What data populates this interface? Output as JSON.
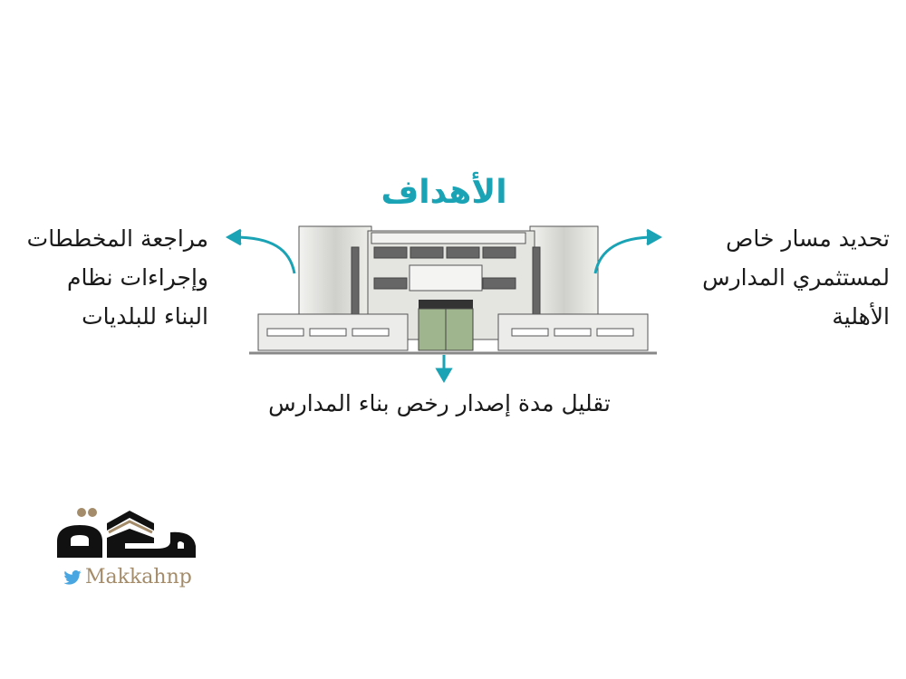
{
  "title": "الأهداف",
  "goals": {
    "left": "مراجعة المخططات وإجراءات نظام البناء للبلديات",
    "right": "تحديد مسار خاص لمستثمري المدارس الأهلية",
    "bottom": "تقليل مدة إصدار رخص بناء المدارس"
  },
  "colors": {
    "accent": "#1aa3b4",
    "gate": "#9fb58e",
    "brand_gold": "#a48c6a"
  },
  "logo": {
    "wordmark": "مكة",
    "handle": "Makkahnp",
    "icon": "twitter-bird-icon"
  }
}
